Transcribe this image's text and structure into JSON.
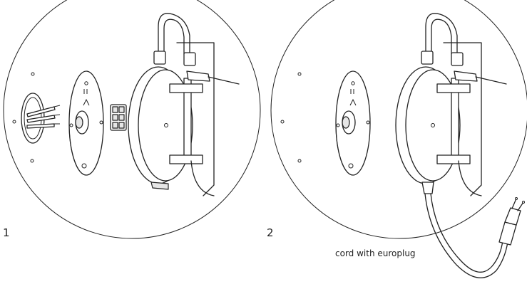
{
  "steps": [
    {
      "number": "1"
    },
    {
      "number": "2"
    }
  ],
  "annotations": {
    "cord_label": "cord with europlug"
  }
}
